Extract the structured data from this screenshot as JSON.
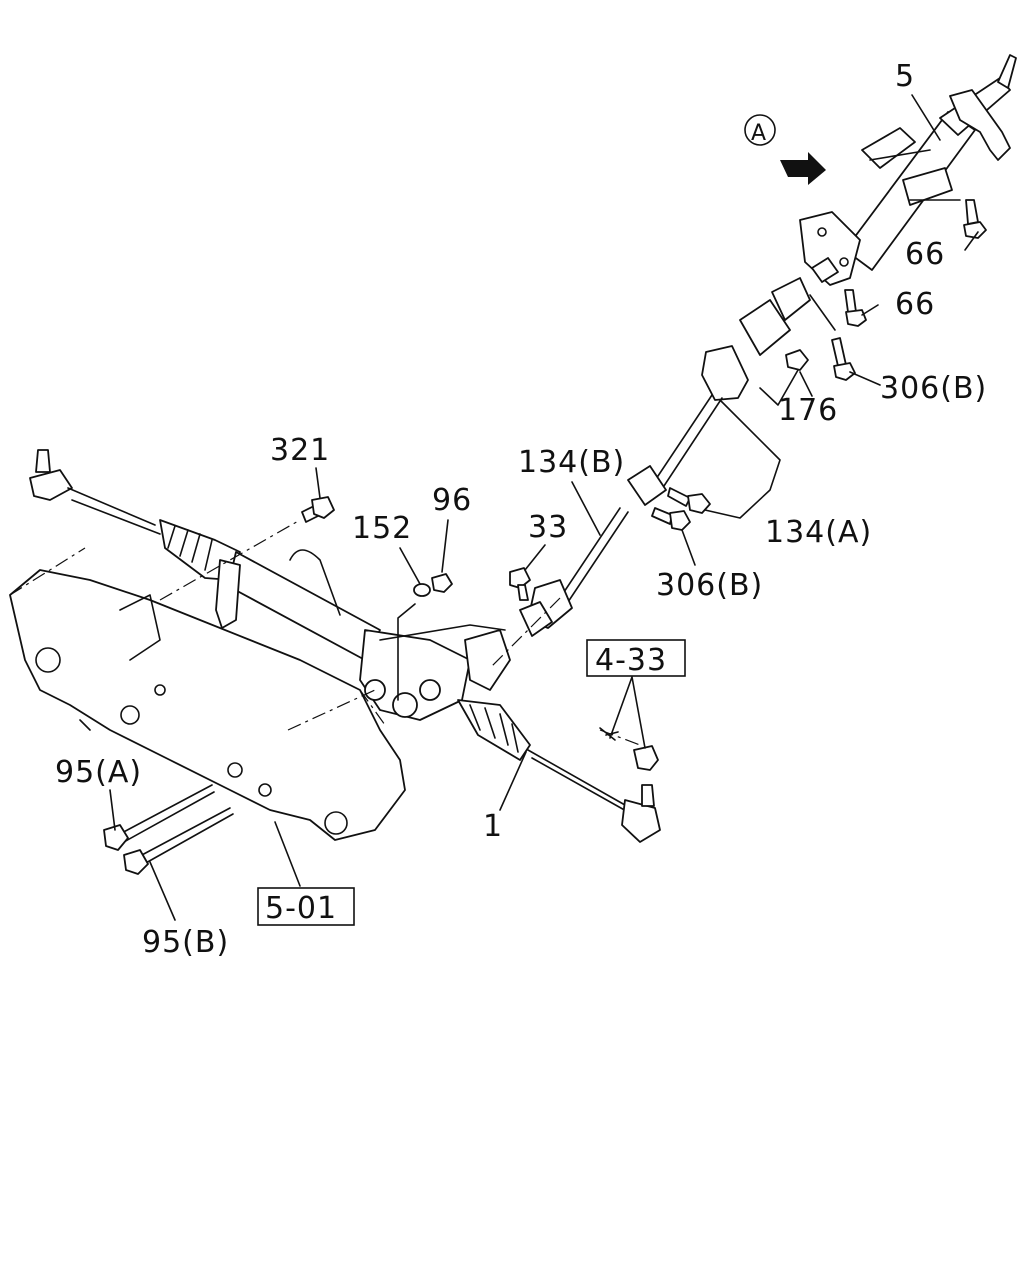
{
  "callouts": {
    "c5": "5",
    "cA": "A",
    "c66a": "66",
    "c66b": "66",
    "c306b_top": "306(B)",
    "c176": "176",
    "c134b": "134(B)",
    "c321": "321",
    "c96": "96",
    "c152": "152",
    "c33": "33",
    "c134a": "134(A)",
    "c306b_mid": "306(B)",
    "c4_33": "4-33",
    "c95a": "95(A)",
    "c1": "1",
    "c5_01": "5-01",
    "c95b": "95(B)"
  }
}
